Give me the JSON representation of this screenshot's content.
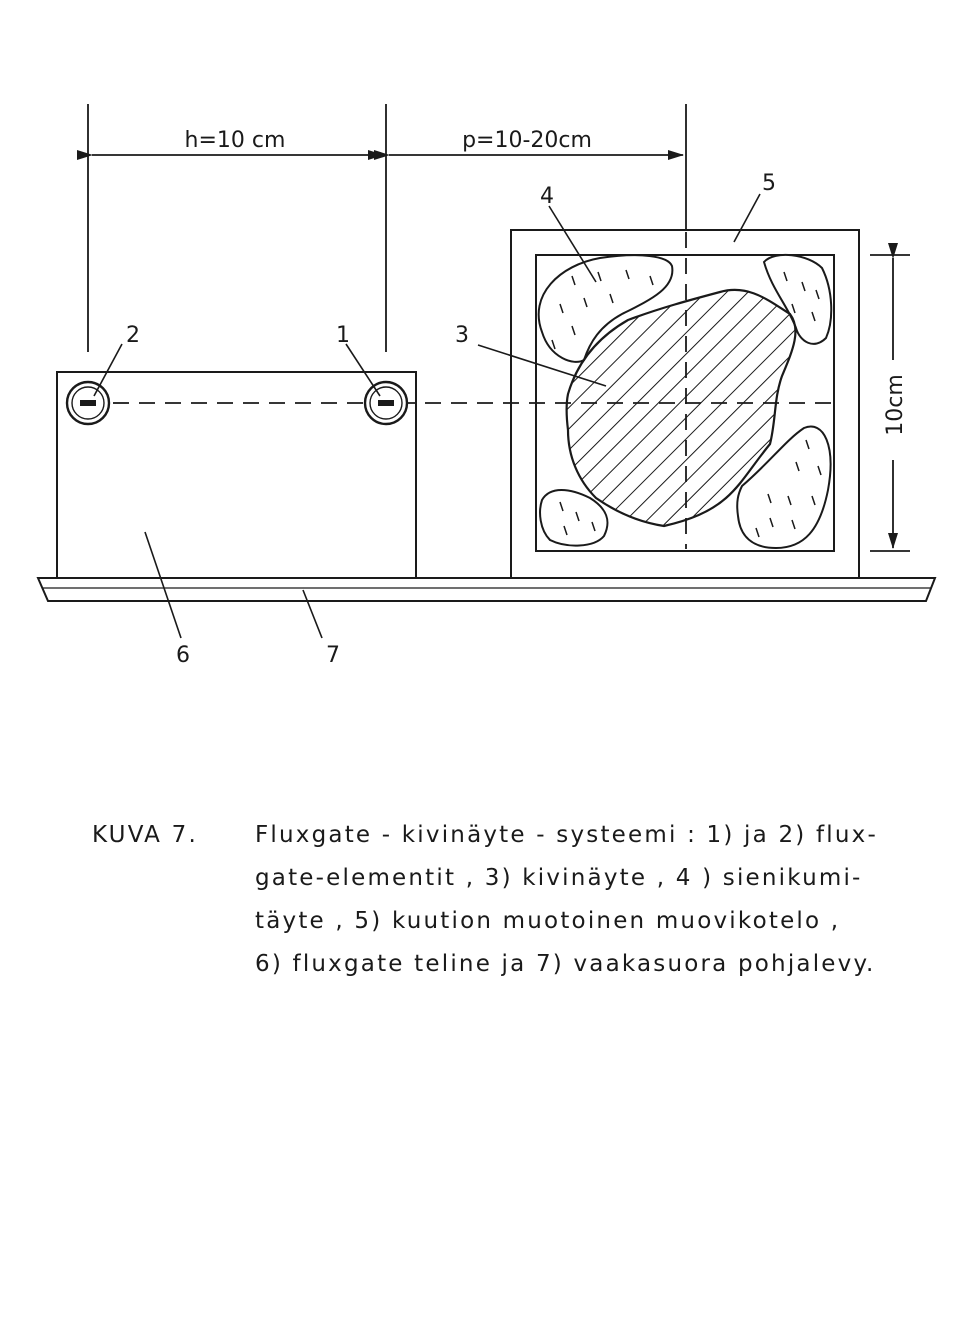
{
  "dimensions": {
    "h_label": "h=10 cm",
    "p_label": "p=10-20cm",
    "side_label": "10cm"
  },
  "callouts": {
    "n1": "1",
    "n2": "2",
    "n3": "3",
    "n4": "4",
    "n5": "5",
    "n6": "6",
    "n7": "7"
  },
  "caption": {
    "label": "KUVA 7.",
    "lines": [
      "Fluxgate - kivinäyte - systeemi : 1) ja 2) flux-",
      "gate-elementit , 3) kivinäyte , 4 ) sienikumi-",
      "täyte , 5) kuution muotoinen muovikotelo ,",
      "6) fluxgate teline ja 7) vaakasuora pohjalevy."
    ]
  }
}
